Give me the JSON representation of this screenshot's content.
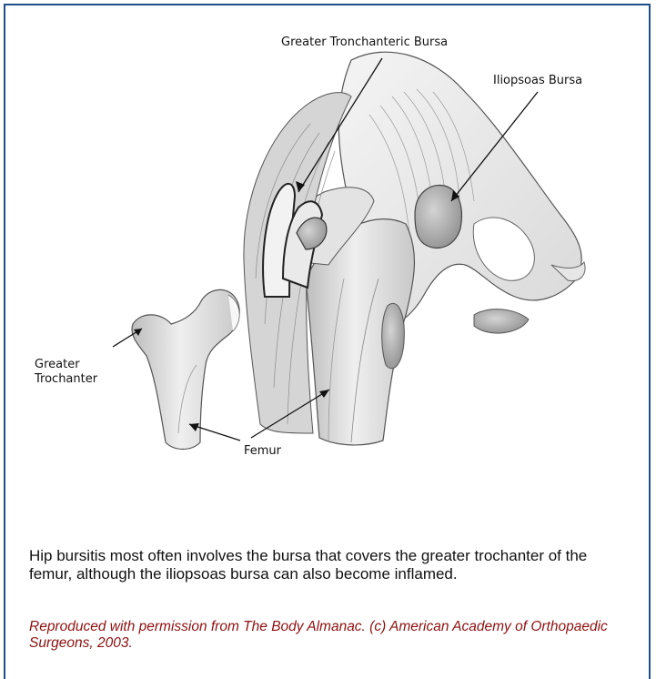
{
  "labels": {
    "greater_trochanteric_bursa": "Greater Tronchanteric Bursa",
    "iliopsoas_bursa": "Iliopsoas Bursa",
    "greater_trochanter_line1": "Greater",
    "greater_trochanter_line2": "Trochanter",
    "femur": "Femur"
  },
  "caption": "Hip bursitis most often involves the bursa that covers the greater trochanter of the femur, although the iliopsoas bursa can also become inflamed.",
  "credit": "Reproduced with permission from The Body Almanac. (c) American Academy of Orthopaedic Surgeons, 2003.",
  "colors": {
    "frame": "#1f4f8a",
    "credit_text": "#8e1010",
    "bursa_fill": "#a9a9a9"
  }
}
